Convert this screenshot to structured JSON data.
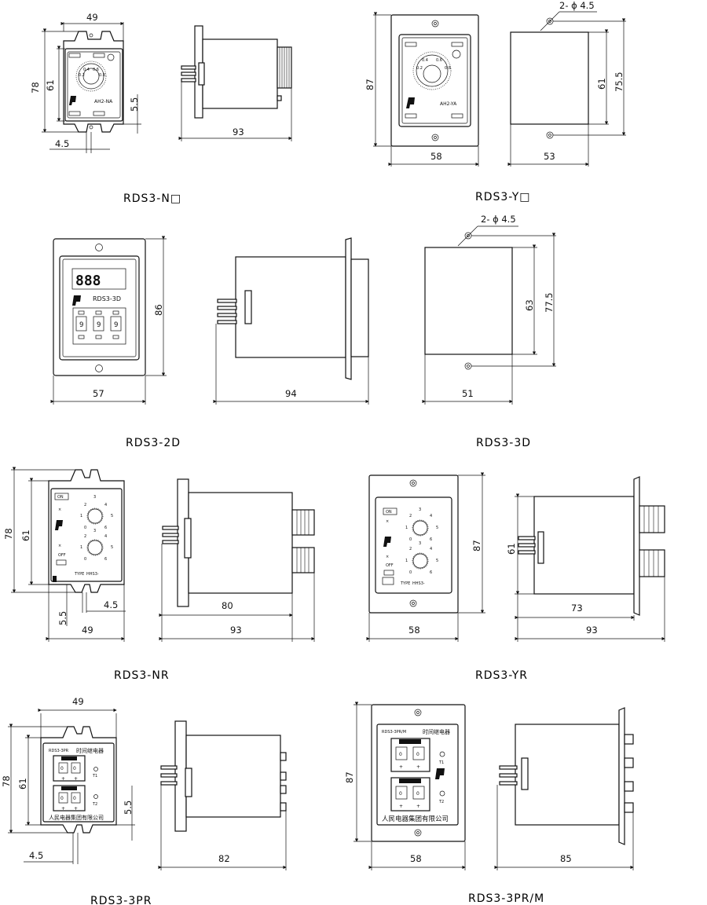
{
  "captions": {
    "n": "RDS3-N□",
    "y": "RDS3-Y□",
    "d2": "RDS3-2D",
    "d3": "RDS3-3D",
    "nr": "RDS3-NR",
    "yr": "RDS3-YR",
    "pr3": "RDS3-3PR",
    "prm": "RDS3-3PR/M"
  },
  "dims": {
    "n_w": "49",
    "n_h_outer": "78",
    "n_h_inner": "61",
    "n_pin": "5.5",
    "n_foot": "4.5",
    "n_side_len": "93",
    "y_h": "87",
    "y_w": "58",
    "y_hole": "2- ϕ 4.5",
    "y_side_h_inner": "61",
    "y_side_h_outer": "75.5",
    "y_side_w": "53",
    "d2_h": "86",
    "d2_w": "57",
    "d2_side_len": "94",
    "d3_hole": "2- ϕ 4.5",
    "d3_h_inner": "63",
    "d3_h_outer": "77.5",
    "d3_w": "51",
    "nr_h_outer": "78",
    "nr_h_inner": "61",
    "nr_pin": "5.5",
    "nr_foot": "4.5",
    "nr_w": "49",
    "nr_side_inner": "80",
    "nr_side_len": "93",
    "yr_h": "87",
    "yr_w": "58",
    "yr_side_h": "61",
    "yr_side_inner": "73",
    "yr_side_len": "93",
    "pr3_w": "49",
    "pr3_h_outer": "78",
    "pr3_h_inner": "61",
    "pr3_pin": "5.5",
    "pr3_foot": "4.5",
    "pr3_side_len": "82",
    "prm_h": "87",
    "prm_w": "58",
    "prm_side_len": "85"
  },
  "labels": {
    "n_model": "AH2-NA",
    "y_model": "AH2-YA",
    "d2_model": "RDS3-3D",
    "d2_display": "888",
    "d2_digit": "9",
    "on": "ON",
    "off": "OFF",
    "type": "TYPE",
    "hhs3": "HHS3-",
    "pr3_title": "RDS3-3PR",
    "pr3_cn": "时间继电器",
    "company": "人民电器集团有限公司",
    "prm_title": "RDS3-3PR/M",
    "t1": "T1",
    "t2": "T2",
    "zero": "0"
  }
}
